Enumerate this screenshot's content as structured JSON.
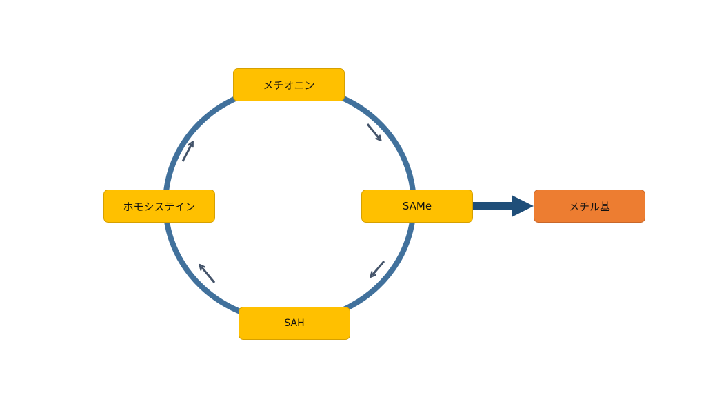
{
  "diagram": {
    "title": "",
    "colors": {
      "cycle": "#41719c",
      "cycle_arrows": "#44546a",
      "output_arrow": "#1f4e79",
      "node_fill": "#ffc000",
      "output_fill": "#ed7d31"
    },
    "nodes": {
      "methionine": "メチオニン",
      "same": "SAMe",
      "sah": "SAH",
      "homocysteine": "ホモシステイン",
      "methyl": "メチル基"
    },
    "edges": [
      {
        "from": "methionine",
        "to": "same",
        "direction": "clockwise"
      },
      {
        "from": "same",
        "to": "sah",
        "direction": "clockwise"
      },
      {
        "from": "sah",
        "to": "homocysteine",
        "direction": "clockwise"
      },
      {
        "from": "homocysteine",
        "to": "methionine",
        "direction": "clockwise"
      },
      {
        "from": "same",
        "to": "methyl",
        "style": "block-arrow"
      }
    ]
  }
}
